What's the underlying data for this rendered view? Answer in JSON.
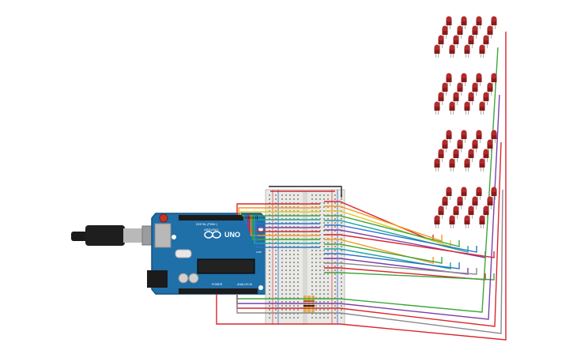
{
  "board": {
    "logo_text": "UNO",
    "brand_text": "ARDUINO",
    "header_digital": "DIGITAL (PWM~)",
    "header_power": "POWER",
    "header_analog": "ANALOG IN",
    "reset_label": "RESET",
    "icsp_label": "ICSP"
  },
  "colors": {
    "board": "#1f6fa8",
    "board_dark": "#175a8a",
    "breadboard": "#e9e9e6",
    "led_body": "#8b1a1a",
    "led_dome": "#b22b2b",
    "wire_red": "#d9262d",
    "wire_orange": "#f19a1b",
    "wire_yellow": "#e8c622",
    "wire_green": "#3ea63a",
    "wire_teal": "#1fa5a0",
    "wire_blue": "#2c73c8",
    "wire_purple": "#7d3fa8",
    "wire_grey": "#8a8a8a",
    "wire_black": "#222222"
  },
  "cube": {
    "layers": 4,
    "rows": 4,
    "cols": 4
  }
}
